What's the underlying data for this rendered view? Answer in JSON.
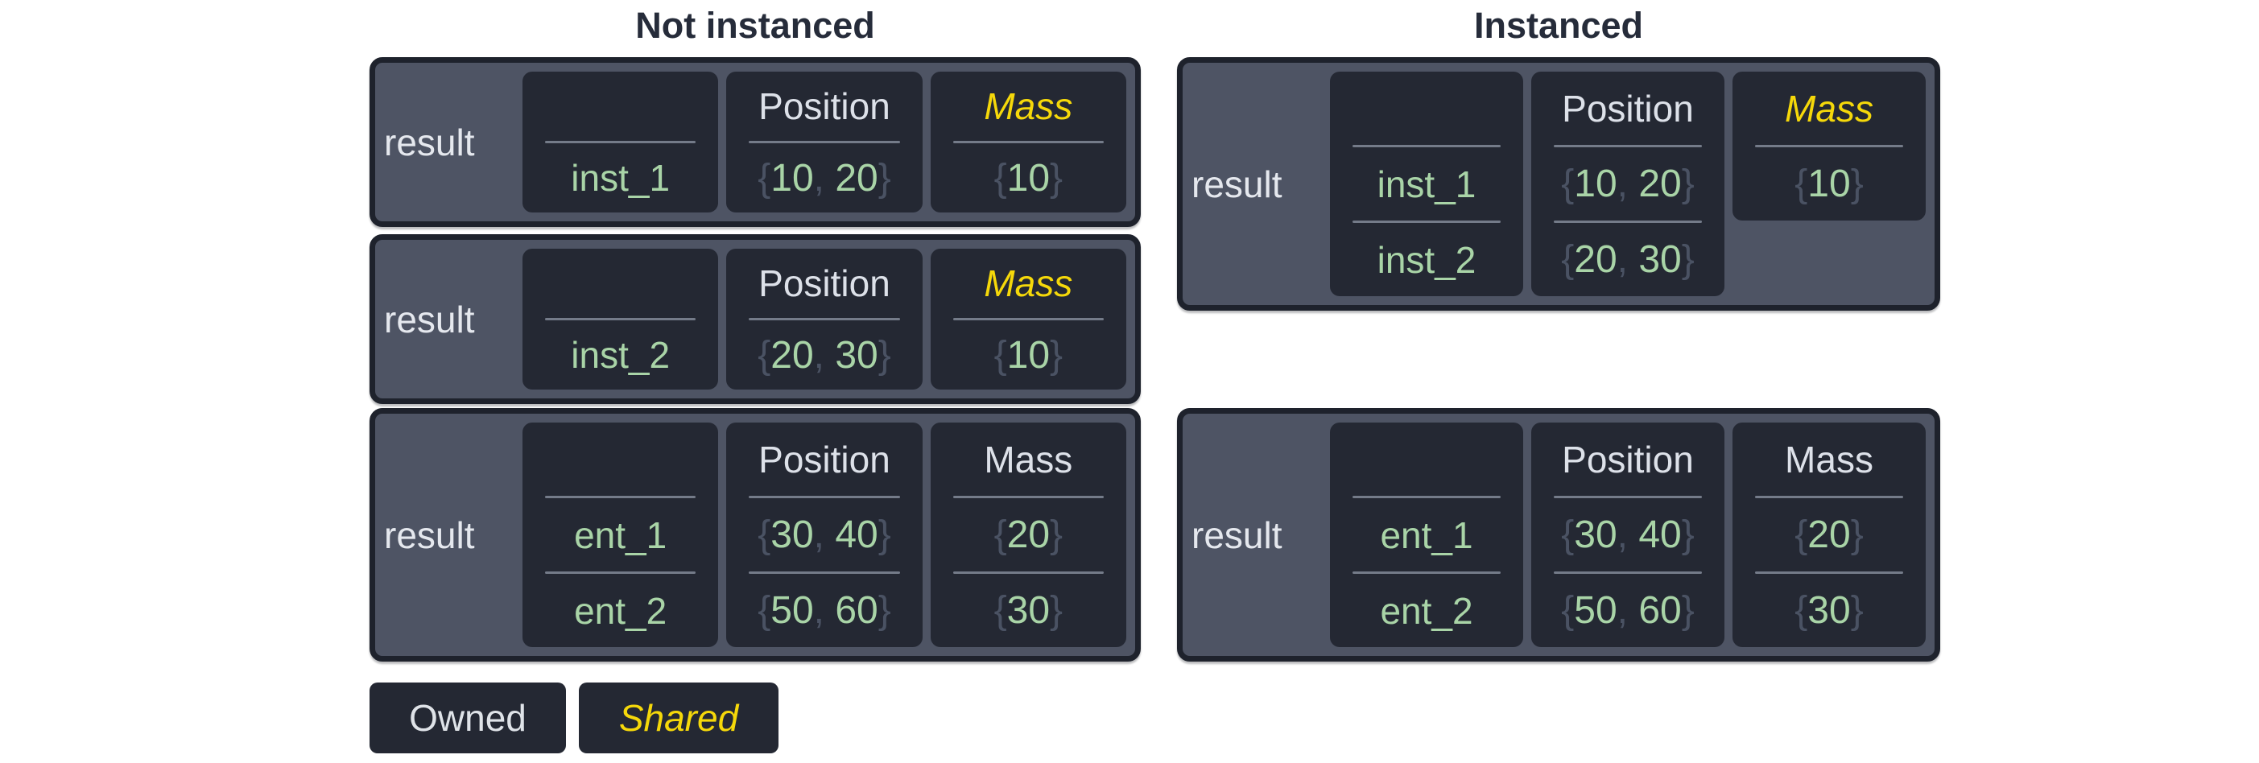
{
  "titles": {
    "not_instanced": "Not instanced",
    "instanced": "Instanced"
  },
  "legend": {
    "owned": "Owned",
    "shared": "Shared"
  },
  "colors": {
    "page_bg": "#ffffff",
    "title_text": "#262c3a",
    "panel_bg": "#4e5464",
    "panel_border": "#1e222c",
    "cell_bg": "#242833",
    "divider": "#747b89",
    "header_text": "#dde1e9",
    "shared_accent_yellow": "#f5d80a",
    "value_green": "#a9d4a7",
    "punctuation_gray": "#4a5263",
    "result_text": "#e5e8ee"
  },
  "tables": {
    "t1": {
      "label": "result",
      "names": {
        "header": "",
        "rows": [
          "inst_1"
        ]
      },
      "position": {
        "header": "Position",
        "rows": [
          {
            "open": "{",
            "a": "10",
            "sep": ", ",
            "b": "20",
            "close": "}"
          }
        ]
      },
      "mass": {
        "header": "Mass",
        "shared": true,
        "rows": [
          {
            "open": "{",
            "a": "10",
            "close": "}"
          }
        ]
      }
    },
    "t2": {
      "label": "result",
      "names": {
        "header": "",
        "rows": [
          "inst_2"
        ]
      },
      "position": {
        "header": "Position",
        "rows": [
          {
            "open": "{",
            "a": "20",
            "sep": ", ",
            "b": "30",
            "close": "}"
          }
        ]
      },
      "mass": {
        "header": "Mass",
        "shared": true,
        "rows": [
          {
            "open": "{",
            "a": "10",
            "close": "}"
          }
        ]
      }
    },
    "t3": {
      "label": "result",
      "names": {
        "header": "",
        "rows": [
          "ent_1",
          "ent_2"
        ]
      },
      "position": {
        "header": "Position",
        "rows": [
          {
            "open": "{",
            "a": "30",
            "sep": ", ",
            "b": "40",
            "close": "}"
          },
          {
            "open": "{",
            "a": "50",
            "sep": ", ",
            "b": "60",
            "close": "}"
          }
        ]
      },
      "mass": {
        "header": "Mass",
        "shared": false,
        "rows": [
          {
            "open": "{",
            "a": "20",
            "close": "}"
          },
          {
            "open": "{",
            "a": "30",
            "close": "}"
          }
        ]
      }
    },
    "t4": {
      "label": "result",
      "names": {
        "header": "",
        "rows": [
          "inst_1",
          "inst_2"
        ]
      },
      "position": {
        "header": "Position",
        "rows": [
          {
            "open": "{",
            "a": "10",
            "sep": ", ",
            "b": "20",
            "close": "}"
          },
          {
            "open": "{",
            "a": "20",
            "sep": ", ",
            "b": "30",
            "close": "}"
          }
        ]
      },
      "mass": {
        "header": "Mass",
        "shared": true,
        "rows": [
          {
            "open": "{",
            "a": "10",
            "close": "}"
          }
        ]
      }
    },
    "t5": {
      "label": "result",
      "names": {
        "header": "",
        "rows": [
          "ent_1",
          "ent_2"
        ]
      },
      "position": {
        "header": "Position",
        "rows": [
          {
            "open": "{",
            "a": "30",
            "sep": ", ",
            "b": "40",
            "close": "}"
          },
          {
            "open": "{",
            "a": "50",
            "sep": ", ",
            "b": "60",
            "close": "}"
          }
        ]
      },
      "mass": {
        "header": "Mass",
        "shared": false,
        "rows": [
          {
            "open": "{",
            "a": "20",
            "close": "}"
          },
          {
            "open": "{",
            "a": "30",
            "close": "}"
          }
        ]
      }
    }
  }
}
